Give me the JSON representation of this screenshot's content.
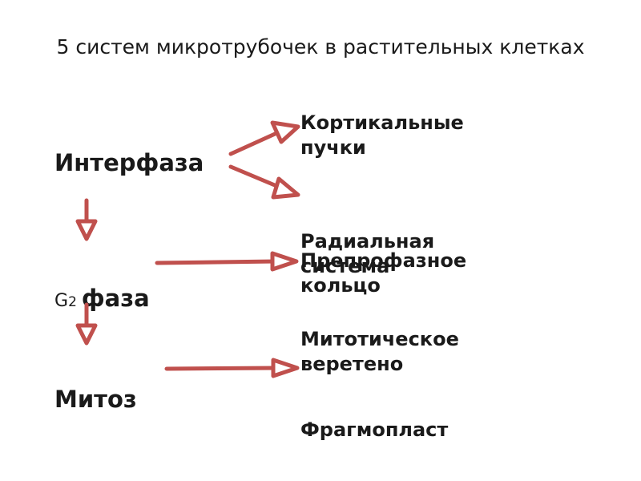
{
  "title": "5 систем микротрубочек в растительных клетках",
  "stages": {
    "interphase": "Интерфаза",
    "g2_letter": "G",
    "g2_sub": "2",
    "g2_rest": "фаза",
    "mitosis": "Митоз"
  },
  "systems": {
    "cortical": "Кортикальные\nпучки",
    "radial": "Радиальная\nсистема",
    "preprophase": "Препрофазное\nкольцо",
    "spindle": "Митотическое\nверетено",
    "phragmoplast": "Фрагмопласт"
  },
  "colors": {
    "arrow": "#c0504d",
    "text": "#1a1a1a"
  }
}
